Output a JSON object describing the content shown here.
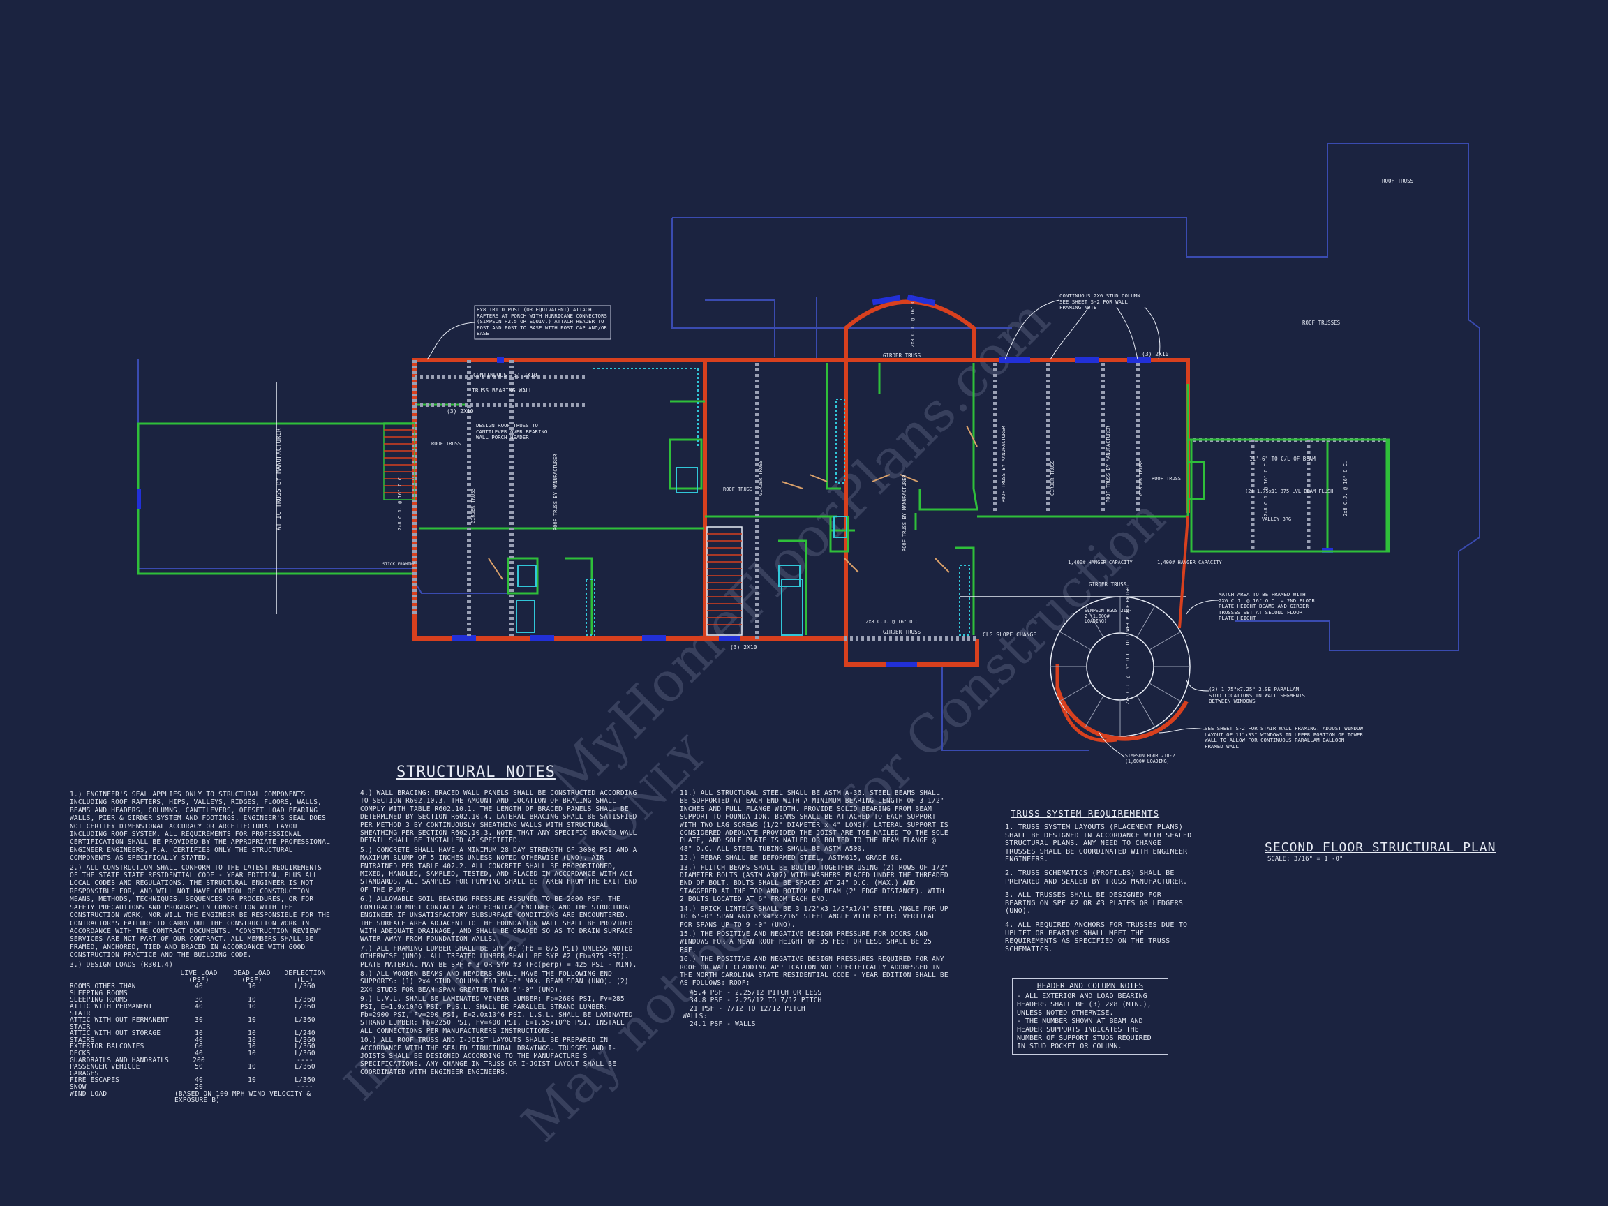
{
  "title": "SECOND FLOOR STRUCTURAL PLAN",
  "scale": "SCALE: 3/16\" = 1'-0\"",
  "watermarks": [
    "MyHomeFloorPlans.com",
    "May not be used for Construction",
    "ILLUSTRATION ONLY"
  ],
  "plan_labels": {
    "post_note": "8x8 TRT'D POST (OR EQUIVALENT) ATTACH RAFTERS AT PORCH WITH HURRICANE CONNECTORS (SIMPSON H2.5 OR EQUIV.) ATTACH HEADER TO POST AND POST TO BASE WITH POST CAP AND/OR BASE",
    "stud_column_note": "CONTINUOUS 2X6 STUD COLUMN. SEE SHEET S-2 FOR WALL FRAMING NOTE",
    "continuous_header": "CONTINUOUS (3) 2X10",
    "truss_bearing_wall": "TRUSS BEARING WALL",
    "header_3_2x10": "(3) 2X10",
    "design_roof_truss": "DESIGN ROOF TRUSS TO CANTILEVER OVER BEARING WALL PORCH HEADER",
    "roof_truss": "ROOF TRUSS",
    "attic_truss": "ATTIC TRUSS BY MANUFACTURER",
    "girder_truss": "GIRDER TRUSS",
    "roof_truss_by_mfr": "ROOF TRUSS BY MANUFACTURER",
    "joists_2x8": "2x8 C.J. @ 16\" O.C.",
    "roof_trusses": "ROOF TRUSSES",
    "roof_truss_small": "ROOF TRUSS",
    "beam_span": "11'-6\" TO C/L OF BEAM",
    "lvl_beam": "(2) 1.75x11.875 LVL BEAM FLUSH",
    "valley_brg": "VALLEY BRG",
    "hanger_1": "1,400# HANGER CAPACITY",
    "hanger_2": "1,400# HANGER CAPACITY",
    "match_area": "MATCH AREA TO BE FRAMED WITH 2X6 C.J. @ 16\" O.C. = 2ND FLOOR PLATE HEIGHT BEAMS AND GIRDER TRUSSES SET AT SECOND FLOOR PLATE HEIGHT",
    "parallam": "(3) 1.75\"x7.25\" 2.0E PARALLAM STUD LOCATIONS IN WALL SEGMENTS BETWEEN WINDOWS",
    "stair_wall": "SEE SHEET S-2 FOR STAIR WALL FRAMING. ADJUST WINDOW LAYOUT OF 11\"x33\" WINDOWS IN UPPER PORTION OF TOWER WALL TO ALLOW FOR CONTINUOUS PARALLAM BALLOON FRAMED WALL",
    "simpson_1": "SIMPSON HGUS 210-2 (1,600# LOADING)",
    "simpson_2": "SIMPSON HGUR 210-2 (1,600# LOADING)",
    "clg_slope": "CLG SLOPE CHANGE",
    "header_bottom": "(3) 2X10",
    "header_right": "(3) 2X10",
    "stick_framing": "STICK FRAMING",
    "tower_joists": "2x8 C.J. @ 16\" O.C. TO TOWER PLATE HEIGHT"
  },
  "structural_notes": {
    "heading": "STRUCTURAL NOTES",
    "col1": [
      "1.) ENGINEER'S SEAL APPLIES ONLY TO STRUCTURAL COMPONENTS INCLUDING ROOF RAFTERS, HIPS, VALLEYS, RIDGES, FLOORS, WALLS, BEAMS AND HEADERS, COLUMNS, CANTILEVERS, OFFSET LOAD BEARING WALLS, PIER & GIRDER SYSTEM AND FOOTINGS. ENGINEER'S SEAL DOES NOT CERTIFY DIMENSIONAL ACCURACY OR ARCHITECTURAL LAYOUT INCLUDING ROOF SYSTEM. ALL REQUIREMENTS FOR PROFESSIONAL CERTIFICATION SHALL BE PROVIDED BY THE APPROPRIATE PROFESSIONAL ENGINEER ENGINEERS, P.A. CERTIFIES ONLY THE STRUCTURAL COMPONENTS AS SPECIFICALLY STATED.",
      "2.) ALL CONSTRUCTION SHALL CONFORM TO THE LATEST REQUIREMENTS OF THE STATE STATE RESIDENTIAL CODE - YEAR EDITION, PLUS ALL LOCAL CODES AND REGULATIONS. THE STRUCTURAL ENGINEER IS NOT RESPONSIBLE FOR, AND WILL NOT HAVE CONTROL OF CONSTRUCTION MEANS, METHODS, TECHNIQUES, SEQUENCES OR PROCEDURES, OR FOR SAFETY PRECAUTIONS AND PROGRAMS IN CONNECTION WITH THE CONSTRUCTION WORK, NOR WILL THE ENGINEER BE RESPONSIBLE FOR THE CONTRACTOR'S FAILURE TO CARRY OUT THE CONSTRUCTION WORK IN ACCORDANCE WITH THE CONTRACT DOCUMENTS. \"CONSTRUCTION REVIEW\" SERVICES ARE NOT PART OF OUR CONTRACT. ALL MEMBERS SHALL BE FRAMED, ANCHORED, TIED AND BRACED IN ACCORDANCE WITH GOOD CONSTRUCTION PRACTICE AND THE BUILDING CODE.",
      "3.) DESIGN LOADS (R301.4)"
    ],
    "loads_header": [
      "",
      "LIVE LOAD (PSF)",
      "DEAD LOAD (PSF)",
      "DEFLECTION (LL)"
    ],
    "loads": [
      [
        "ROOMS OTHER THAN SLEEPING ROOMS",
        "40",
        "10",
        "L/360"
      ],
      [
        "SLEEPING ROOMS",
        "30",
        "10",
        "L/360"
      ],
      [
        "ATTIC WITH PERMANENT STAIR",
        "40",
        "10",
        "L/360"
      ],
      [
        "ATTIC WITH OUT PERMANENT STAIR",
        "30",
        "10",
        "L/360"
      ],
      [
        "ATTIC WITH OUT STORAGE",
        "10",
        "10",
        "L/240"
      ],
      [
        "STAIRS",
        "40",
        "10",
        "L/360"
      ],
      [
        "EXTERIOR BALCONIES",
        "60",
        "10",
        "L/360"
      ],
      [
        "DECKS",
        "40",
        "10",
        "L/360"
      ],
      [
        "GUARDRAILS AND HANDRAILS",
        "200",
        "",
        "----"
      ],
      [
        "PASSENGER VEHICLE GARAGES",
        "50",
        "10",
        "L/360"
      ],
      [
        "FIRE ESCAPES",
        "40",
        "10",
        "L/360"
      ],
      [
        "SNOW",
        "20",
        "",
        "----"
      ],
      [
        "WIND LOAD",
        "(BASED ON 100 MPH WIND VELOCITY & EXPOSURE B)",
        "",
        ""
      ]
    ],
    "col2": [
      "4.) WALL BRACING: BRACED WALL PANELS SHALL BE CONSTRUCTED ACCORDING TO SECTION R602.10.3. THE AMOUNT AND LOCATION OF BRACING SHALL COMPLY WITH TABLE R602.10.1. THE LENGTH OF BRACED PANELS SHALL BE DETERMINED BY SECTION R602.10.4. LATERAL BRACING SHALL BE SATISFIED PER METHOD 3 BY CONTINUOUSLY SHEATHING WALLS WITH STRUCTURAL SHEATHING PER SECTION R602.10.3. NOTE THAT ANY SPECIFIC BRACED WALL DETAIL SHALL BE INSTALLED AS SPECIFIED.",
      "5.) CONCRETE SHALL HAVE A MINIMUM 28 DAY STRENGTH OF 3000 PSI AND A MAXIMUM SLUMP OF 5 INCHES UNLESS NOTED OTHERWISE (UNO). AIR ENTRAINED PER TABLE 402.2. ALL CONCRETE SHALL BE PROPORTIONED, MIXED, HANDLED, SAMPLED, TESTED, AND PLACED IN ACCORDANCE WITH ACI STANDARDS. ALL SAMPLES FOR PUMPING SHALL BE TAKEN FROM THE EXIT END OF THE PUMP.",
      "6.) ALLOWABLE SOIL BEARING PRESSURE ASSUMED TO BE 2000 PSF. THE CONTRACTOR MUST CONTACT A GEOTECHNICAL ENGINEER AND THE STRUCTURAL ENGINEER IF UNSATISFACTORY SUBSURFACE CONDITIONS ARE ENCOUNTERED. THE SURFACE AREA ADJACENT TO THE FOUNDATION WALL SHALL BE PROVIDED WITH ADEQUATE DRAINAGE, AND SHALL BE GRADED SO AS TO DRAIN SURFACE WATER AWAY FROM FOUNDATION WALLS.",
      "7.) ALL FRAMING LUMBER SHALL BE SPF #2 (Fb = 875 PSI) UNLESS NOTED OTHERWISE (UNO). ALL TREATED LUMBER SHALL BE SYP #2 (Fb=975 PSI). PLATE MATERIAL MAY BE SPF # 3 OR SYP #3 (Fc(perp) = 425 PSI - MIN).",
      "8.) ALL WOODEN BEAMS AND HEADERS SHALL HAVE THE FOLLOWING END SUPPORTS: (1) 2x4 STUD COLUMN FOR 6'-0\" MAX. BEAM SPAN (UNO). (2) 2X4 STUDS FOR BEAM SPAN GREATER THAN 6'-0\" (UNO).",
      "9.) L.V.L. SHALL BE LAMINATED VENEER LUMBER: Fb=2600 PSI, Fv=285 PSI, E=1.9x10^6 PSI. P.S.L. SHALL BE PARALLEL STRAND LUMBER: Fb=2900 PSI, Fv=290 PSI, E=2.0x10^6 PSI. L.S.L. SHALL BE LAMINATED STRAND LUMBER: Fb=2250 PSI, Fv=400 PSI, E=1.55x10^6 PSI. INSTALL ALL CONNECTIONS PER MANUFACTURERS INSTRUCTIONS.",
      "10.) ALL ROOF TRUSS AND I-JOIST LAYOUTS SHALL BE PREPARED IN ACCORDANCE WITH THE SEALED STRUCTURAL DRAWINGS. TRUSSES AND I-JOISTS SHALL BE DESIGNED ACCORDING TO THE MANUFACTURE'S SPECIFICATIONS. ANY CHANGE IN TRUSS OR I-JOIST LAYOUT SHALL BE COORDINATED WITH ENGINEER ENGINEERS."
    ],
    "col3": [
      "11.) ALL STRUCTURAL STEEL SHALL BE ASTM A-36. STEEL BEAMS SHALL BE SUPPORTED AT EACH END WITH A MINIMUM BEARING LENGTH OF 3 1/2\" INCHES AND FULL FLANGE WIDTH. PROVIDE SOLID BEARING FROM BEAM SUPPORT TO FOUNDATION. BEAMS SHALL BE ATTACHED TO EACH SUPPORT WITH TWO LAG SCREWS (1/2\" DIAMETER x 4\" LONG). LATERAL SUPPORT IS CONSIDERED ADEQUATE PROVIDED THE JOIST ARE TOE NAILED TO THE SOLE PLATE, AND SOLE PLATE IS NAILED OR BOLTED TO THE BEAM FLANGE @ 48\" O.C. ALL STEEL TUBING SHALL BE ASTM A500.",
      "12.) REBAR SHALL BE DEFORMED STEEL, ASTM615, GRADE 60.",
      "13.) FLITCH BEAMS SHALL BE BOLTED TOGETHER USING (2) ROWS OF 1/2\" DIAMETER BOLTS (ASTM A307) WITH WASHERS PLACED UNDER THE THREADED END OF BOLT. BOLTS SHALL BE SPACED AT 24\" O.C. (MAX.) AND STAGGERED AT THE TOP AND BOTTOM OF BEAM (2\" EDGE DISTANCE). WITH 2 BOLTS LOCATED AT 6\" FROM EACH END.",
      "14.) BRICK LINTELS SHALL BE 3 1/2\"x3 1/2\"x1/4\" STEEL ANGLE FOR UP TO 6'-0\" SPAN AND 6\"x4\"x5/16\" STEEL ANGLE WITH 6\" LEG VERTICAL FOR SPANS UP TO 9'-0\" (UNO).",
      "15.) THE POSITIVE AND NEGATIVE DESIGN PRESSURE FOR DOORS AND WINDOWS FOR A MEAN ROOF HEIGHT OF 35 FEET OR LESS SHALL BE 25 PSF.",
      "16.) THE POSITIVE AND NEGATIVE DESIGN PRESSURES REQUIRED FOR ANY ROOF OR WALL CLADDING APPLICATION NOT SPECIFICALLY ADDRESSED IN THE NORTH CAROLINA STATE RESIDENTIAL CODE - YEAR EDITION SHALL BE AS FOLLOWS: ROOF:",
      "45.4 PSF - 2.25/12 PITCH OR LESS",
      "34.8 PSF - 2.25/12 TO 7/12 PITCH",
      "21 PSF - 7/12 TO 12/12 PITCH",
      "WALLS:",
      "24.1 PSF - WALLS"
    ]
  },
  "truss_requirements": {
    "heading": "TRUSS SYSTEM REQUIREMENTS",
    "items": [
      "1. TRUSS SYSTEM LAYOUTS (PLACEMENT PLANS) SHALL BE DESIGNED IN ACCORDANCE WITH SEALED STRUCTURAL PLANS. ANY NEED TO CHANGE TRUSSES SHALL BE COORDINATED WITH ENGINEER ENGINEERS.",
      "2. TRUSS SCHEMATICS (PROFILES) SHALL BE PREPARED AND SEALED BY TRUSS MANUFACTURER.",
      "3. ALL TRUSSES SHALL BE DESIGNED FOR BEARING ON SPF #2 OR #3 PLATES OR LEDGERS (UNO).",
      "4. ALL REQUIRED ANCHORS FOR TRUSSES DUE TO UPLIFT OR BEARING SHALL MEET THE REQUIREMENTS AS SPECIFIED ON THE TRUSS SCHEMATICS."
    ]
  },
  "header_column_notes": {
    "heading": "HEADER AND COLUMN NOTES",
    "items": [
      "- ALL EXTERIOR AND LOAD BEARING HEADERS SHALL BE (3) 2x8 (MIN.), UNLESS NOTED OTHERWISE.",
      "- THE NUMBER SHOWN AT BEAM AND HEADER SUPPORTS INDICATES THE NUMBER OF SUPPORT STUDS REQUIRED IN STUD POCKET OR COLUMN."
    ]
  },
  "colors": {
    "background": "#1b2340",
    "wall": "#d8401e",
    "green": "#2fbf3a",
    "blue_line": "#3a4bb0",
    "window": "#2230d8",
    "cyan": "#31c6d8"
  }
}
